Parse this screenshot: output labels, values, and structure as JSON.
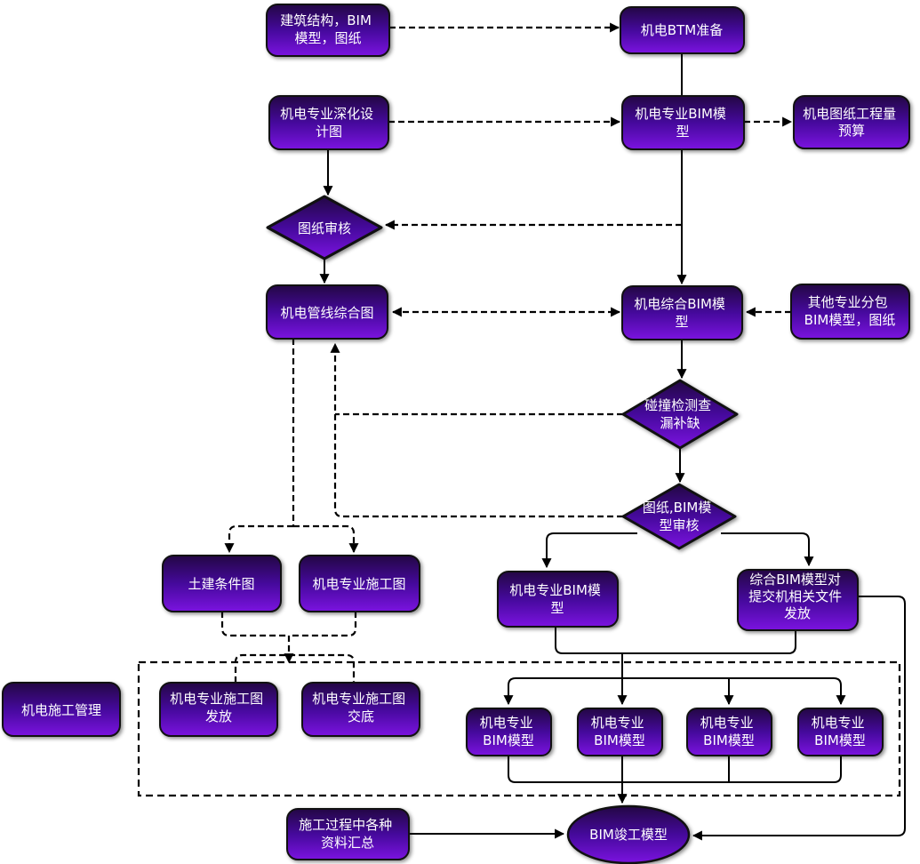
{
  "diagram": {
    "type": "flowchart",
    "language": "zh-CN",
    "background": "#ffffff",
    "colors": {
      "node_gradient_top": "#230744",
      "node_gradient_mid": "#45099c",
      "node_gradient_bottom": "#7b13e0",
      "node_border": "#111111",
      "connector": "#000000",
      "text": "#ffffff"
    },
    "nodes": {
      "building_structure": {
        "shape": "rect",
        "label": "建筑结构，BIM模型，图纸",
        "lines": [
          "建筑结构，BIM",
          "模型，图纸"
        ]
      },
      "mep_bim_prep": {
        "shape": "rect",
        "label": "机电BTM准备",
        "lines": [
          "机电BTM准备"
        ]
      },
      "mep_detail_design": {
        "shape": "rect",
        "label": "机电专业深化设计图",
        "lines": [
          "机电专业深化设",
          "计图"
        ]
      },
      "mep_pro_bim_model": {
        "shape": "rect",
        "label": "机电专业BIM模型",
        "lines": [
          "机电专业BIM模",
          "型"
        ]
      },
      "mep_drawing_budget": {
        "shape": "rect",
        "label": "机电图纸工程量预算",
        "lines": [
          "机电图纸工程量",
          "预算"
        ]
      },
      "drawing_review": {
        "shape": "diamond",
        "label": "图纸审核",
        "lines": [
          "图纸审核"
        ]
      },
      "mep_pipeline_drawing": {
        "shape": "rect",
        "label": "机电管线综合图",
        "lines": [
          "机电管线综合图"
        ]
      },
      "mep_combined_bim": {
        "shape": "rect",
        "label": "机电综合BIM模型",
        "lines": [
          "机电综合BIM模",
          "型"
        ]
      },
      "other_subcontract": {
        "shape": "rect",
        "label": "其他专业分包BIM模型，图纸",
        "lines": [
          "其他专业分包",
          "BIM模型，图纸"
        ]
      },
      "clash_detection": {
        "shape": "diamond",
        "label": "碰撞检测查漏补缺",
        "lines": [
          "碰撞检测查",
          "漏补缺"
        ]
      },
      "drawing_bim_review": {
        "shape": "diamond",
        "label": "图纸,BIM模型审核",
        "lines": [
          "图纸,BIM模",
          "型审核"
        ]
      },
      "civil_condition": {
        "shape": "rect",
        "label": "土建条件图",
        "lines": [
          "土建条件图"
        ]
      },
      "mep_construction_drawing": {
        "shape": "rect",
        "label": "机电专业施工图",
        "lines": [
          "机电专业施工图"
        ]
      },
      "mep_pro_bim_model_2": {
        "shape": "rect",
        "label": "机电专业BIM模型",
        "lines": [
          "机电专业BIM模",
          "型"
        ]
      },
      "combined_bim_delivery": {
        "shape": "rect",
        "label": "综合BIM模型对提交机相关文件发放",
        "lines": [
          "综合BIM模型对",
          "提交机相关文件",
          "发放"
        ]
      },
      "mep_construction_mgmt": {
        "shape": "rect",
        "label": "机电施工管理",
        "lines": [
          "机电施工管理"
        ]
      },
      "drawing_issue": {
        "shape": "rect",
        "label": "机电专业施工图发放",
        "lines": [
          "机电专业施工图",
          "发放"
        ]
      },
      "drawing_briefing": {
        "shape": "rect",
        "label": "机电专业施工图交底",
        "lines": [
          "机电专业施工图",
          "交底"
        ]
      },
      "bim_model_1": {
        "shape": "rect",
        "label": "机电专业BIM模型",
        "lines": [
          "机电专业",
          "BIM模型"
        ]
      },
      "bim_model_2": {
        "shape": "rect",
        "label": "机电专业BIM模型",
        "lines": [
          "机电专业",
          "BIM模型"
        ]
      },
      "bim_model_3": {
        "shape": "rect",
        "label": "机电专业BIM模型",
        "lines": [
          "机电专业",
          "BIM模型"
        ]
      },
      "bim_model_4": {
        "shape": "rect",
        "label": "机电专业BIM模型",
        "lines": [
          "机电专业",
          "BIM模型"
        ]
      },
      "construction_docs": {
        "shape": "rect",
        "label": "施工过程中各种资料汇总",
        "lines": [
          "施工过程中各种",
          "资料汇总"
        ]
      },
      "bim_asbuilt": {
        "shape": "ellipse",
        "label": "BIM竣工模型",
        "lines": [
          "BIM竣工模型"
        ]
      }
    },
    "edges": [
      {
        "from": "building_structure",
        "to": "mep_bim_prep",
        "style": "dashed",
        "arrow": "end"
      },
      {
        "from": "mep_bim_prep",
        "to": "mep_pro_bim_model",
        "style": "solid",
        "arrow": "none"
      },
      {
        "from": "mep_detail_design",
        "to": "mep_pro_bim_model",
        "style": "dashed",
        "arrow": "end"
      },
      {
        "from": "mep_pro_bim_model",
        "to": "mep_drawing_budget",
        "style": "dashed",
        "arrow": "end"
      },
      {
        "from": "mep_detail_design",
        "to": "drawing_review",
        "style": "solid",
        "arrow": "end"
      },
      {
        "from": "mep_pro_bim_model",
        "to": "mep_combined_bim",
        "style": "solid",
        "arrow": "end"
      },
      {
        "from": "mep_pro_bim_model",
        "to": "drawing_review",
        "style": "dashed",
        "arrow": "end"
      },
      {
        "from": "drawing_review",
        "to": "mep_pipeline_drawing",
        "style": "solid",
        "arrow": "end"
      },
      {
        "from": "mep_pipeline_drawing",
        "to": "mep_combined_bim",
        "style": "dashed",
        "arrow": "both"
      },
      {
        "from": "other_subcontract",
        "to": "mep_combined_bim",
        "style": "dashed",
        "arrow": "end"
      },
      {
        "from": "mep_combined_bim",
        "to": "clash_detection",
        "style": "solid",
        "arrow": "end"
      },
      {
        "from": "clash_detection",
        "to": "drawing_bim_review",
        "style": "solid",
        "arrow": "end"
      },
      {
        "from": "clash_detection",
        "to": "mep_pipeline_drawing",
        "style": "dashed",
        "arrow": "end"
      },
      {
        "from": "drawing_bim_review",
        "to": "mep_pipeline_drawing",
        "style": "dashed",
        "arrow": "end"
      },
      {
        "from": "mep_pipeline_drawing",
        "to": "civil_condition",
        "style": "dashed",
        "arrow": "end"
      },
      {
        "from": "mep_pipeline_drawing",
        "to": "mep_construction_drawing",
        "style": "dashed",
        "arrow": "end"
      },
      {
        "from": "civil_condition",
        "to": "management_zone",
        "style": "dashed",
        "arrow": "end"
      },
      {
        "from": "mep_construction_drawing",
        "to": "management_zone",
        "style": "dashed",
        "arrow": "end"
      },
      {
        "from": "management_zone_stem",
        "to": "drawing_issue",
        "style": "dashed",
        "arrow": "none"
      },
      {
        "from": "management_zone_stem",
        "to": "drawing_briefing",
        "style": "dashed",
        "arrow": "none"
      },
      {
        "from": "drawing_bim_review",
        "to": "mep_pro_bim_model_2",
        "style": "solid",
        "arrow": "end"
      },
      {
        "from": "drawing_bim_review",
        "to": "combined_bim_delivery",
        "style": "solid",
        "arrow": "end"
      },
      {
        "from": "mep_pro_bim_model_2",
        "to": "bim_model_1 bim_model_2 bim_model_3 bim_model_4",
        "style": "solid",
        "arrow": "end"
      },
      {
        "from": "combined_bim_delivery",
        "to": "bim_model_1 bim_model_2 bim_model_3 bim_model_4",
        "style": "solid",
        "arrow": "end"
      },
      {
        "from": "bim_model_1 bim_model_2 bim_model_3 bim_model_4",
        "to": "bim_asbuilt",
        "style": "solid",
        "arrow": "end"
      },
      {
        "from": "construction_docs",
        "to": "bim_asbuilt",
        "style": "solid",
        "arrow": "end"
      },
      {
        "from": "combined_bim_delivery",
        "to": "bim_asbuilt",
        "style": "solid",
        "arrow": "end"
      }
    ]
  }
}
